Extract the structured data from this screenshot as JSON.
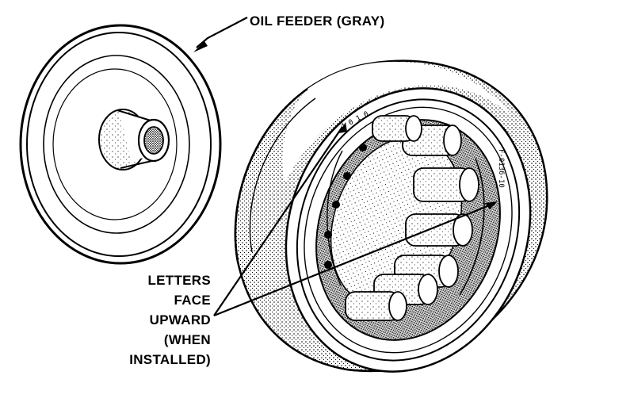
{
  "labels": {
    "oil_feeder": "OIL FEEDER (GRAY)",
    "letters_lines": [
      "LETTERS",
      "FACE",
      "UPWARD",
      "(WHEN",
      "INSTALLED)"
    ]
  },
  "bearing_markings": {
    "upper": "4 0 1 0",
    "right": "F-0136-10"
  },
  "colors": {
    "ink": "#000000",
    "paper": "#ffffff"
  }
}
